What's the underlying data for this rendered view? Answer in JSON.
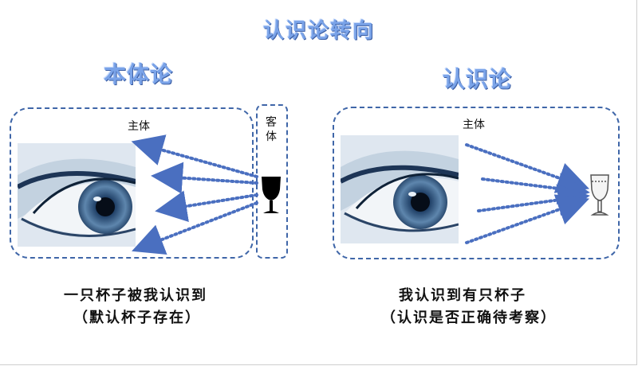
{
  "title": "认识论转向",
  "left": {
    "heading": "本体论",
    "subject_label": "主体",
    "object_label": "客体",
    "caption_line1": "一只杯子被我认识到",
    "caption_line2": "（默认杯子存在）"
  },
  "right": {
    "heading": "认识论",
    "subject_label": "主体",
    "caption_line1": "我认识到有只杯子",
    "caption_line2": "（认识是否正确待考察）"
  },
  "colors": {
    "dash_border": "#3f66a8",
    "arrow": "#4a6fc0",
    "heading": "#7aa3e8"
  },
  "icons": {
    "eye_left": "eye-photo",
    "eye_right": "eye-photo",
    "wine_glass_filled": "wine-glass-icon",
    "wine_glass_outline": "wine-glass-outline-icon"
  }
}
